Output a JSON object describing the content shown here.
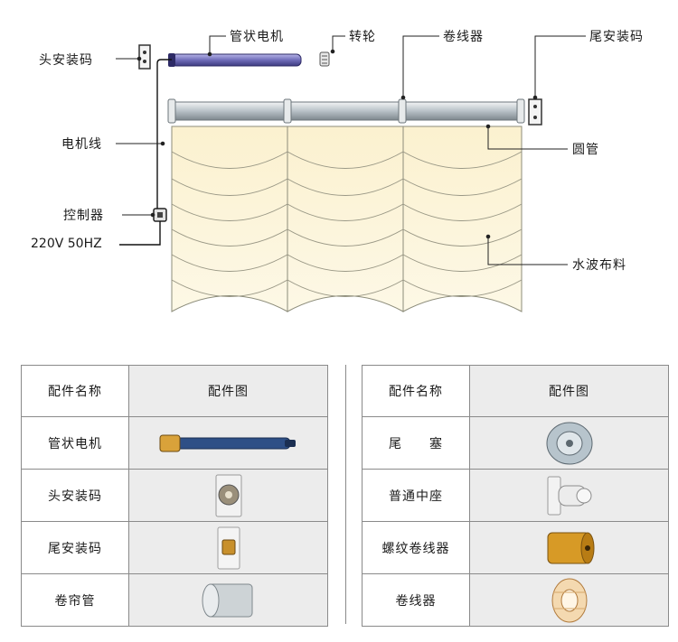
{
  "diagram": {
    "labels": {
      "head_mount": "头安装码",
      "tubular_motor": "管状电机",
      "drive_wheel": "转轮",
      "winder": "卷线器",
      "tail_mount": "尾安装码",
      "motor_cable": "电机线",
      "round_tube": "圆管",
      "controller": "控制器",
      "power": "220V 50HZ",
      "wave_fabric": "水波布料"
    }
  },
  "parts_table": {
    "left": {
      "header_name": "配件名称",
      "header_image": "配件图",
      "rows": [
        {
          "name": "管状电机",
          "icon": "tubular-motor"
        },
        {
          "name": "头安装码",
          "icon": "head-mount-bracket"
        },
        {
          "name": "尾安装码",
          "icon": "tail-mount-bracket"
        },
        {
          "name": "卷帘管",
          "icon": "roller-tube"
        }
      ]
    },
    "right": {
      "header_name": "配件名称",
      "header_image": "配件图",
      "rows": [
        {
          "name": "尾　　塞",
          "icon": "end-plug"
        },
        {
          "name": "普通中座",
          "icon": "middle-support"
        },
        {
          "name": "螺纹卷线器",
          "icon": "threaded-winder"
        },
        {
          "name": "卷线器",
          "icon": "winder"
        }
      ]
    }
  },
  "colors": {
    "fabric": "#fbf3d8",
    "motor": "#6f6cb8",
    "tube": "#c9d1d6",
    "table_image_bg": "#ececec"
  }
}
